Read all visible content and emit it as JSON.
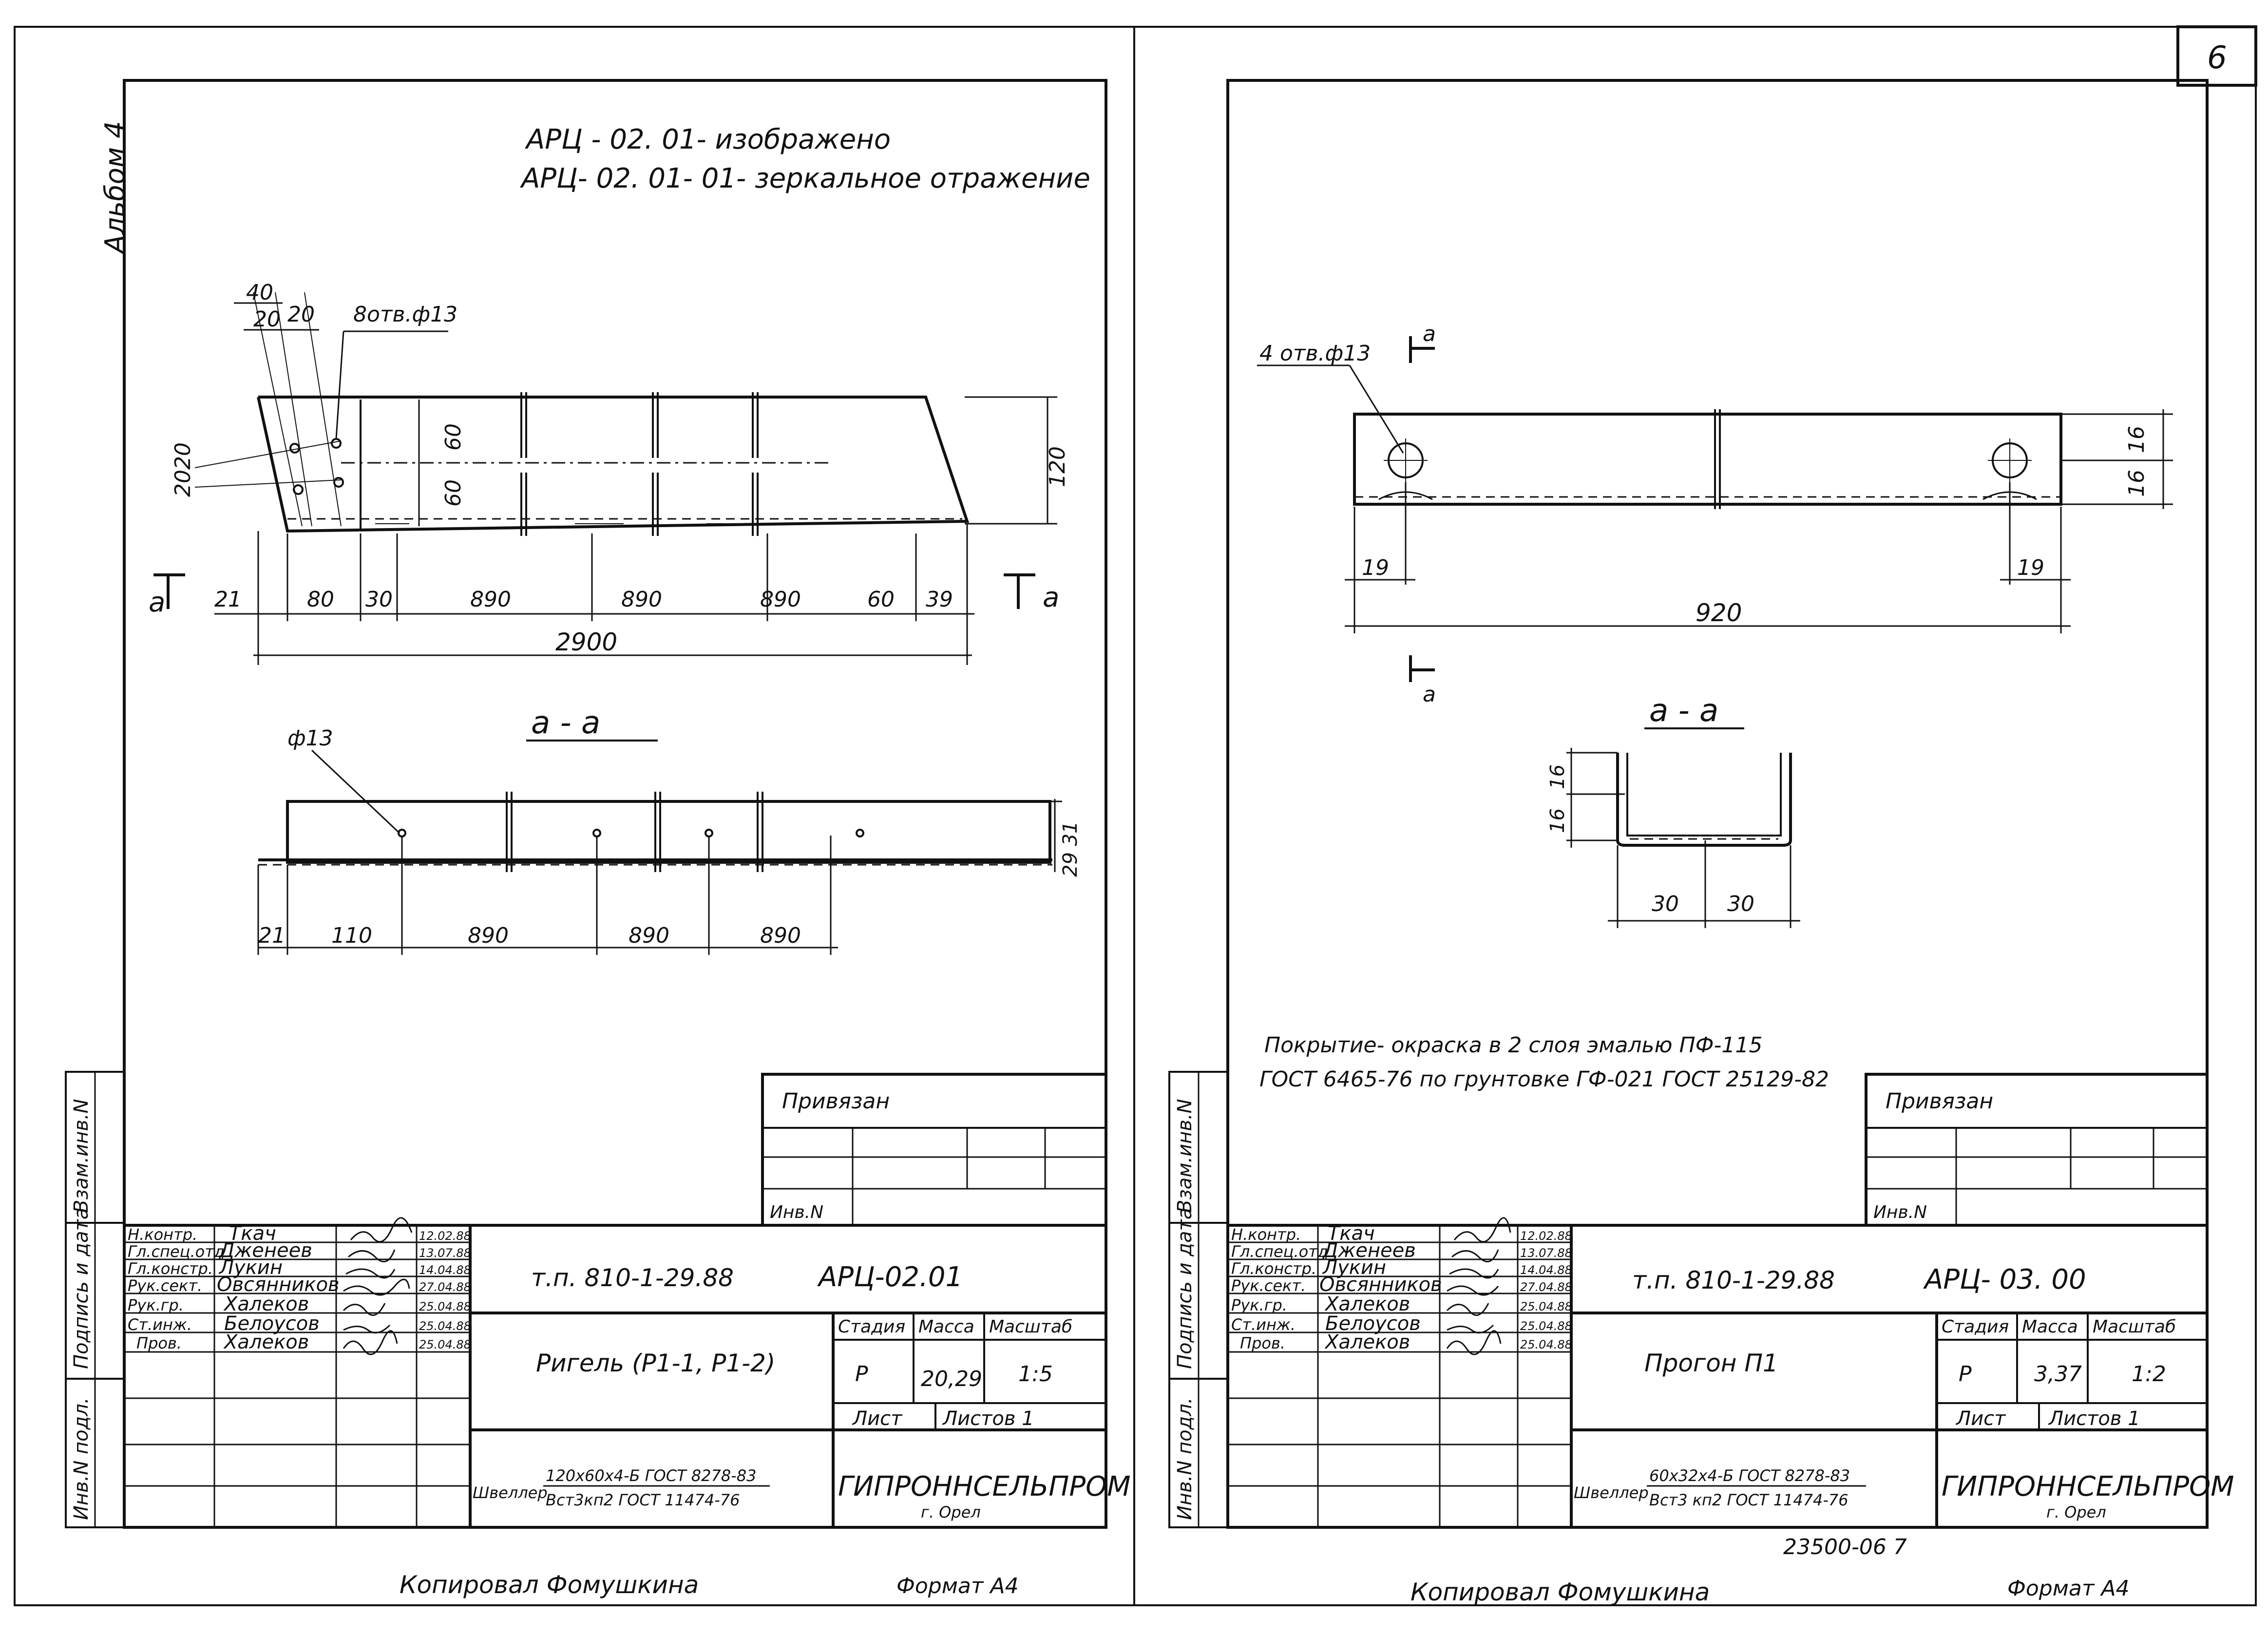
{
  "page_number": "6",
  "album_label": "Альбом 4",
  "left_sheet": {
    "note_1": "АРЦ - 02. 01- изображено",
    "note_2": "АРЦ- 02. 01- 01- зеркальное отражение",
    "holes_note": "8отв.ф13",
    "dim_top_40": "40",
    "dim_top_20a": "20",
    "dim_top_20b": "20",
    "dim_60a": "60",
    "dim_60b": "60",
    "dim_120": "120",
    "dim_2020": "2020",
    "section_mark_left": "а",
    "section_mark_right": "а",
    "bottom_dims": [
      "21",
      "80",
      "30",
      "890",
      "890",
      "890",
      "60",
      "39"
    ],
    "total_length": "2900",
    "section_title": "а - а",
    "hole_label": "ф13",
    "section_dims": [
      "21",
      "110",
      "890",
      "890",
      "890"
    ],
    "section_height": "29 31",
    "tie_label": "Привязан",
    "inv_label": "Инв.N",
    "doc_code": "т.п. 810-1-29.88",
    "mark": "АРЦ-02.01",
    "title": "Ригель (Р1-1, Р1-2)",
    "stage_header": "Стадия",
    "mass_header": "Масса",
    "scale_header": "Масштаб",
    "stage": "Р",
    "mass": "20,29",
    "scale": "1:5",
    "sheet_label": "Лист",
    "sheets_label": "Листов 1",
    "material_prefix": "Швеллер",
    "material_line_1": "120х60х4-Б ГОСТ 8278-83",
    "material_line_2": "Вст3кп2 ГОСТ 11474-76",
    "org": "ГИПРОННСЕЛЬПРОМ",
    "city": "г. Орел",
    "signers": [
      {
        "role": "Н.контр.",
        "name": "Ткач",
        "date": "12.02.88"
      },
      {
        "role": "Гл.спец.отд",
        "name": "Дженеев",
        "date": "13.07.88"
      },
      {
        "role": "Гл.констр.",
        "name": "Лукин",
        "date": "14.04.88"
      },
      {
        "role": "Рук.сект.",
        "name": "Овсянников",
        "date": "27.04.88"
      },
      {
        "role": "Рук.гр.",
        "name": "Халеков",
        "date": "25.04.88"
      },
      {
        "role": "Ст.инж.",
        "name": "Белоусов",
        "date": "25.04.88"
      },
      {
        "role": "Пров.",
        "name": "Халеков",
        "date": "25.04.88"
      }
    ],
    "copied_by": "Копировал Фомушкина",
    "format": "Формат А4"
  },
  "right_sheet": {
    "holes_note": "4 отв.ф13",
    "section_mark_top": "а",
    "section_mark_bottom": "а",
    "dim_16a": "16",
    "dim_16b": "16",
    "dim_19_left": "19",
    "dim_19_right": "19",
    "total_length": "920",
    "section_title": "а - а",
    "section_dim_16a": "16",
    "section_dim_16b": "16",
    "section_dim_30a": "30",
    "section_dim_30b": "30",
    "coating_1": "Покрытие- окраска в 2 слоя эмалью ПФ-115",
    "coating_2": "ГОСТ 6465-76 по грунтовке ГФ-021 ГОСТ 25129-82",
    "tie_label": "Привязан",
    "inv_label": "Инв.N",
    "doc_code": "т.п. 810-1-29.88",
    "mark": "АРЦ- 03. 00",
    "title": "Прогон П1",
    "stage_header": "Стадия",
    "mass_header": "Масса",
    "scale_header": "Масштаб",
    "stage": "Р",
    "mass": "3,37",
    "scale": "1:2",
    "sheet_label": "Лист",
    "sheets_label": "Листов 1",
    "material_prefix": "Швеллер",
    "material_line_1": "60х32х4-Б ГОСТ 8278-83",
    "material_line_2": "Вст3 кп2 ГОСТ 11474-76",
    "org": "ГИПРОННСЕЛЬПРОМ",
    "city": "г. Орел",
    "signers": [
      {
        "role": "Н.контр.",
        "name": "Ткач",
        "date": "12.02.88"
      },
      {
        "role": "Гл.спец.отд",
        "name": "Дженеев",
        "date": "13.07.88"
      },
      {
        "role": "Гл.констр.",
        "name": "Лукин",
        "date": "14.04.88"
      },
      {
        "role": "Рук.сект.",
        "name": "Овсянников",
        "date": "27.04.88"
      },
      {
        "role": "Рук.гр.",
        "name": "Халеков",
        "date": "25.04.88"
      },
      {
        "role": "Ст.инж.",
        "name": "Белоусов",
        "date": "25.04.88"
      },
      {
        "role": "Пров.",
        "name": "Халеков",
        "date": "25.04.88"
      }
    ],
    "archive_number": "23500-06 7",
    "copied_by": "Копировал Фомушкина",
    "format": "Формат А4"
  },
  "side_stamp": {
    "col_1": "Взам.инв.N",
    "col_2": "Подпись и дата",
    "col_3": "Инв.N подл."
  }
}
